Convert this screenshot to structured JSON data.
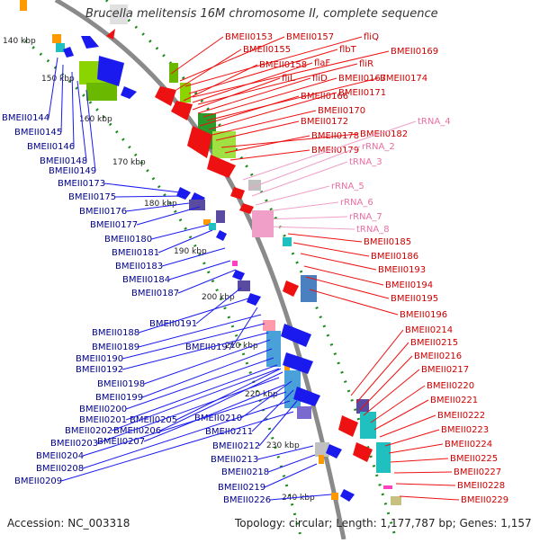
{
  "title": "Brucella melitensis 16M chromosome II, complete sequence",
  "footer": {
    "accession": "Accession: NC_003318",
    "stats": "Topology: circular; Length: 1,177,787 bp; Genes: 1,157"
  },
  "colors": {
    "backbone": "#808080",
    "tick": "#1a8a1a",
    "forward_gene": "#1a1aee",
    "reverse_gene": "#ee1111",
    "rna_gene": "#f0a0c8",
    "forward_label": "#00008b",
    "reverse_label": "#cc0000",
    "rna_label": "#e86fa3"
  },
  "kbp_markers": [
    "140 kbp",
    "150 kbp",
    "160 kbp",
    "170 kbp",
    "180 kbp",
    "190 kbp",
    "200 kbp",
    "210 kbp",
    "220 kbp",
    "230 kbp",
    "240 kbp"
  ],
  "forward_labels": [
    "BMEII0144",
    "BMEII0145",
    "BMEII0146",
    "BMEII0148",
    "BMEII0149",
    "BMEII0173",
    "BMEII0175",
    "BMEII0176",
    "BMEII0177",
    "BMEII0180",
    "BMEII0181",
    "BMEII0183",
    "BMEII0184",
    "BMEII0187",
    "BMEII0191",
    "BMEII0188",
    "BMEII0197",
    "BMEII0189",
    "BMEII0190",
    "BMEII0192",
    "BMEII0198",
    "BMEII0199",
    "BMEII0200",
    "BMEII0205",
    "BMEII0201",
    "BMEII0210",
    "BMEII0206",
    "BMEII0202",
    "BMEII0211",
    "BMEII0203",
    "BMEII0207",
    "BMEII0212",
    "BMEII0204",
    "BMEII0213",
    "BMEII0208",
    "BMEII0218",
    "BMEII0209",
    "BMEII0219",
    "BMEII0226"
  ],
  "reverse_labels": [
    "BMEII0153",
    "BMEII0157",
    "fliQ",
    "BMEII0155",
    "flbT",
    "BMEII0169",
    "BMEII0158",
    "flaF",
    "fliR",
    "fliL",
    "fliD",
    "BMEII0167",
    "BMEII0174",
    "BMEII0166",
    "BMEII0171",
    "BMEII0170",
    "BMEII0172",
    "BMEII0182",
    "BMEII0178",
    "BMEII0179",
    "BMEII0185",
    "BMEII0186",
    "BMEII0193",
    "BMEII0194",
    "BMEII0195",
    "BMEII0196",
    "BMEII0214",
    "BMEII0215",
    "BMEII0216",
    "BMEII0217",
    "BMEII0220",
    "BMEII0221",
    "BMEII0222",
    "BMEII0223",
    "BMEII0224",
    "BMEII0225",
    "BMEII0227",
    "BMEII0228",
    "BMEII0229"
  ],
  "rna_labels": [
    "tRNA_4",
    "rRNA_2",
    "tRNA_3",
    "rRNA_5",
    "rRNA_6",
    "rRNA_7",
    "tRNA_8"
  ]
}
